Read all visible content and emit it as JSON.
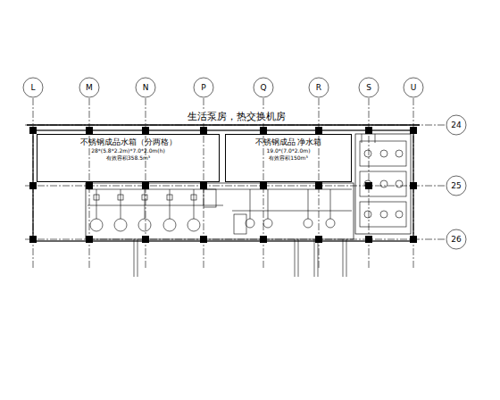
{
  "diagram": {
    "title": "生活泵房，热交换机房",
    "nodes": [
      {
        "text": [
          "不锈钢成品水箱（分两格）",
          "28*(5.8*2.2m)*7.0*2.0m(h)",
          "有效容积358.5m³"
        ]
      },
      {
        "text": [
          "不锈钢成品 净水箱",
          "19.0*(7.0*2.0m)",
          "有效容积150m³"
        ]
      }
    ],
    "labels": [
      "L",
      "M",
      "N",
      "P",
      "Q",
      "R",
      "S",
      "U",
      "24",
      "25",
      "26"
    ]
  }
}
